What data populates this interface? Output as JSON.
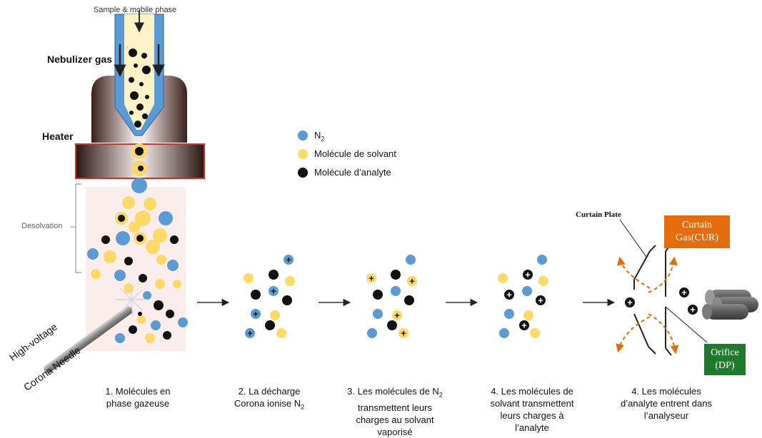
{
  "source": {
    "sample_label": "Sample & mobile phase",
    "nebulizer_label": "Nebulizer gas",
    "heater_label": "Heater",
    "desolvation_label": "Desolvation",
    "needle_label_1": "High-voltage",
    "needle_label_2": "Corona Needle"
  },
  "legend": {
    "n2": "N",
    "n2_sub": "2",
    "solvent": "Molécule de solvant",
    "analyte": "Molécule d’analyte"
  },
  "analyzer": {
    "curtain_plate": "Curtain Plate",
    "curtain_gas_1": "Curtain",
    "curtain_gas_2": "Gas(CUR)",
    "orifice_1": "Orifice",
    "orifice_2": "(DP)"
  },
  "steps": [
    {
      "line1": "1. Molécules en",
      "line2": "phase gazeuse"
    },
    {
      "line1": "2. La décharge",
      "line2": "Corona ionise N",
      "sub": "2"
    },
    {
      "line1": "3. Les molécules de N",
      "sub": "2",
      "line2": "transmettent leurs",
      "line3": "charges au solvant",
      "line4": "vaporisé"
    },
    {
      "line1": "4. Les molécules de",
      "line2": "solvant transmettent",
      "line3": "leurs charges à",
      "line4": "l’analyte"
    },
    {
      "line1": "4. Les molécules",
      "line2": "d’analyte entrent dans",
      "line3": "l’analyseur"
    }
  ],
  "colors": {
    "n2": "#5b9bd5",
    "solvent": "#ffd966",
    "analyte": "#111111",
    "heater": "#c0392b",
    "curtain_gas": "#e46c0a",
    "orifice": "#1f7a2e"
  }
}
